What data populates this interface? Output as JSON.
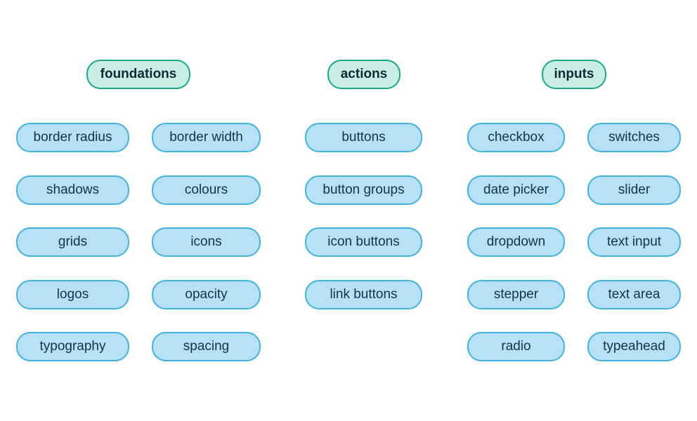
{
  "categories": [
    {
      "label": "foundations"
    },
    {
      "label": "actions"
    },
    {
      "label": "inputs"
    }
  ],
  "foundations": {
    "items": [
      "border radius",
      "border width",
      "shadows",
      "colours",
      "grids",
      "icons",
      "logos",
      "opacity",
      "typography",
      "spacing"
    ]
  },
  "actions": {
    "items": [
      "buttons",
      "button groups",
      "icon buttons",
      "link buttons"
    ]
  },
  "inputs": {
    "items": [
      "checkbox",
      "switches",
      "date picker",
      "slider",
      "dropdown",
      "text input",
      "stepper",
      "text area",
      "radio",
      "typeahead"
    ]
  },
  "colors": {
    "category_fill": "#c9eee6",
    "category_border": "#19a98a",
    "item_fill": "#b6e1f6",
    "item_border": "#42b2e1",
    "text": "#163444"
  }
}
